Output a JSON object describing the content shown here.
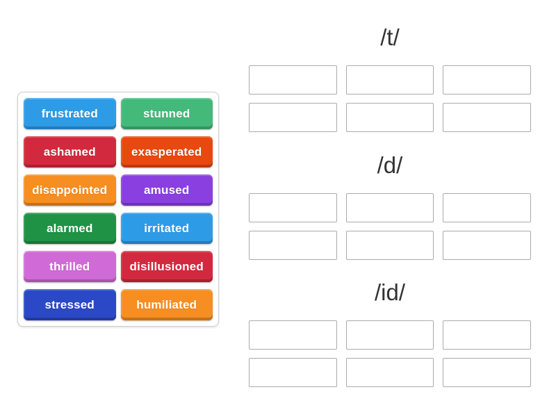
{
  "word_bank": {
    "tiles": [
      {
        "label": "frustrated",
        "color": "#2E9BE6"
      },
      {
        "label": "stunned",
        "color": "#43B97A"
      },
      {
        "label": "ashamed",
        "color": "#D2293E"
      },
      {
        "label": "exasperated",
        "color": "#E8490F"
      },
      {
        "label": "disappointed",
        "color": "#F68E21"
      },
      {
        "label": "amused",
        "color": "#8A3FE0"
      },
      {
        "label": "alarmed",
        "color": "#1F9245"
      },
      {
        "label": "irritated",
        "color": "#2E9BE6"
      },
      {
        "label": "thrilled",
        "color": "#D06AD6"
      },
      {
        "label": "disillusioned",
        "color": "#D2293E"
      },
      {
        "label": "stressed",
        "color": "#2B49C6"
      },
      {
        "label": "humiliated",
        "color": "#F68E21"
      }
    ]
  },
  "groups": [
    {
      "label": "/t/",
      "slot_count": 6
    },
    {
      "label": "/d/",
      "slot_count": 6
    },
    {
      "label": "/id/",
      "slot_count": 6
    }
  ],
  "colors": {
    "background": "#FFFFFF",
    "panel_border": "#CFCFCF",
    "slot_border": "#ABABAB",
    "header_text": "#333333",
    "tile_text": "#FFFFFF"
  }
}
